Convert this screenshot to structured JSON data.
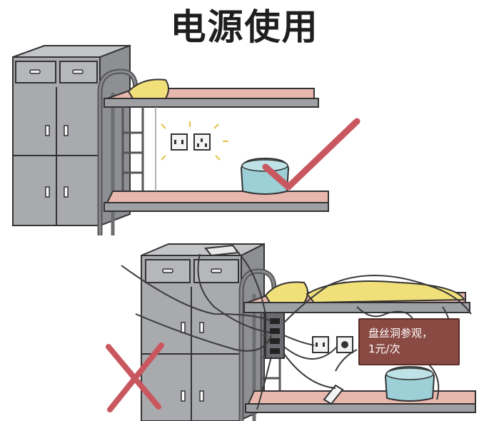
{
  "title": "电源使用",
  "scenes": [
    {
      "verdict": "correct",
      "mark": "check-icon",
      "mark_color": "#c9575f"
    },
    {
      "verdict": "wrong",
      "mark": "cross-icon",
      "mark_color": "#c9575f"
    }
  ],
  "sign": {
    "line1": "盘丝洞参观，",
    "line2": "1元/次"
  },
  "colors": {
    "cabinet": "#a9aaad",
    "bed_frame": "#6d6e72",
    "mattress": "#e8b7ad",
    "pillow": "#f1e07a",
    "stool": "#9ccfd6",
    "cable": "#3a3a3a",
    "sign": "#8a4a44"
  }
}
